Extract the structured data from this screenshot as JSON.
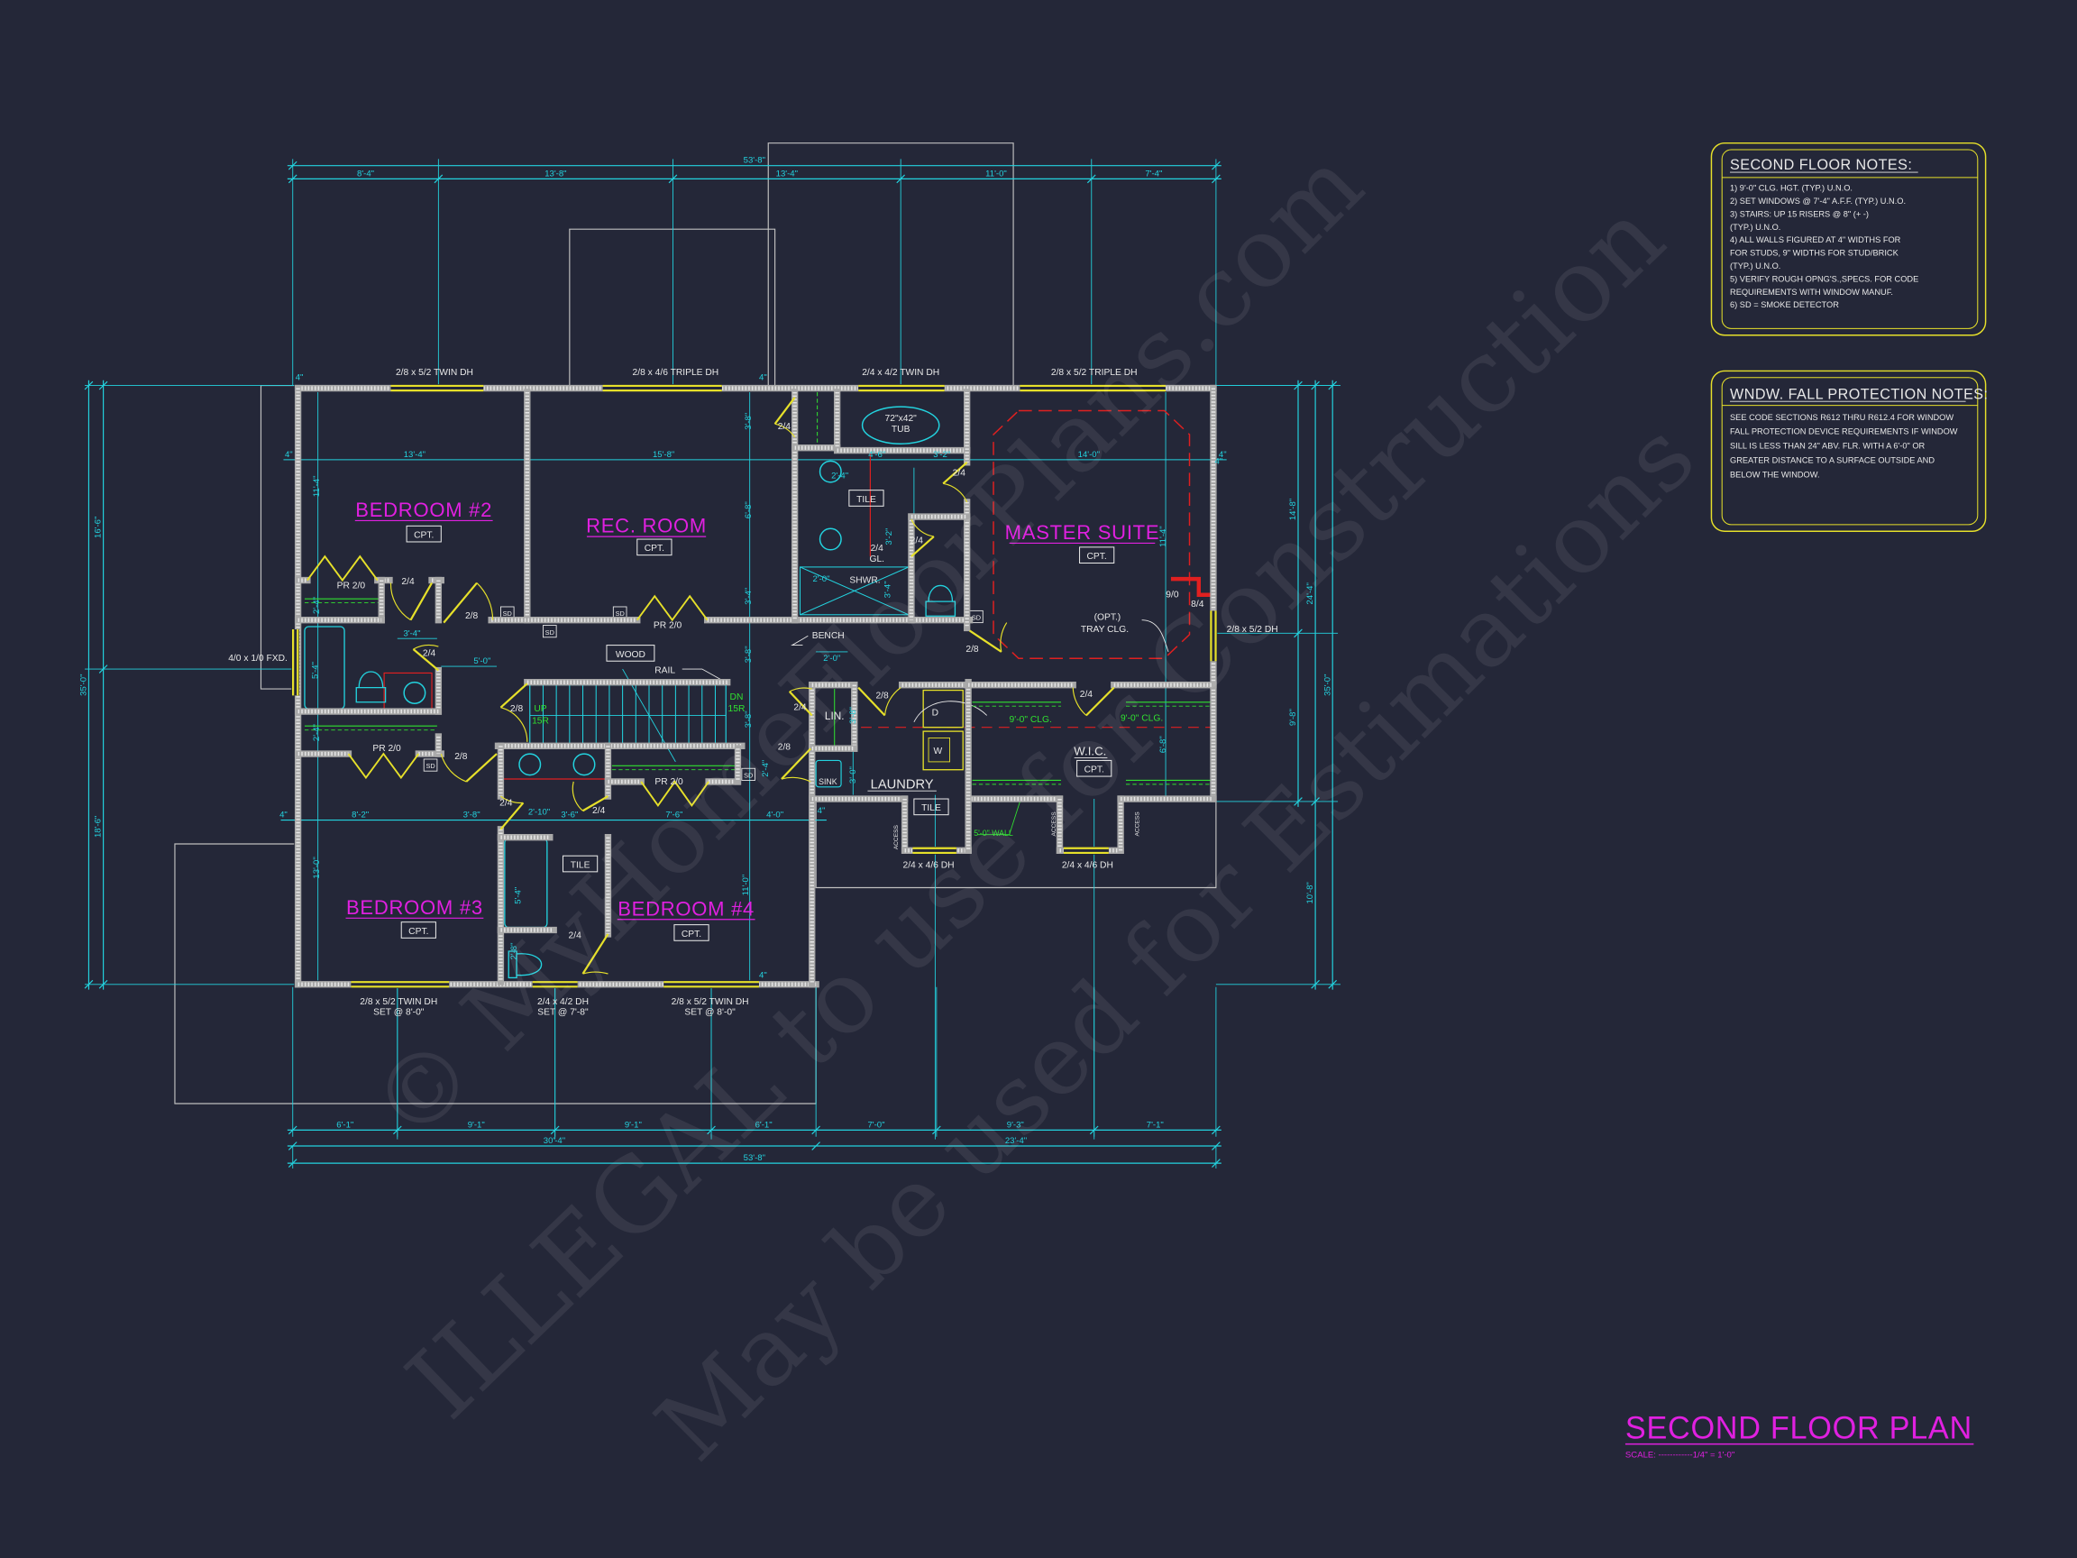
{
  "title": {
    "main": "SECOND FLOOR PLAN",
    "scale": "SCALE: ------------1/4\" = 1'-0\""
  },
  "notes": {
    "heading": "SECOND FLOOR NOTES:",
    "lines": [
      "1) 9'-0\"  CLG. HGT. (TYP.) U.N.O.",
      "2) SET WINDOWS @ 7'-4\" A.F.F. (TYP.) U.N.O.",
      "3) STAIRS: UP 15 RISERS @ 8\" (+ -)",
      "    (TYP.) U.N.O.",
      "4) ALL WALLS FIGURED AT 4\" WIDTHS FOR",
      "    FOR STUDS, 9\" WIDTHS FOR STUD/BRICK",
      "    (TYP.) U.N.O.",
      "5) VERIFY ROUGH OPNG'S.,SPECS. FOR CODE",
      "    REQUIREMENTS WITH WINDOW MANUF.",
      "6) SD = SMOKE DETECTOR"
    ]
  },
  "fall_notes": {
    "heading": "WNDW. FALL PROTECTION NOTES:",
    "lines": [
      "SEE CODE SECTIONS R612 THRU R612.4 FOR WINDOW",
      "FALL PROTECTION DEVICE REQUIREMENTS IF WINDOW",
      "SILL IS LESS THAN 24\" ABV. FLR. WITH A 6'-0\" OR",
      "GREATER DISTANCE TO A SURFACE OUTSIDE AND",
      "BELOW THE WINDOW."
    ]
  },
  "rooms": {
    "bedroom2": {
      "label": "BEDROOM #2",
      "finish": "CPT."
    },
    "rec_room": {
      "label": "REC. ROOM",
      "finish": "CPT."
    },
    "master_suite": {
      "label": "MASTER SUITE",
      "finish": "CPT."
    },
    "bedroom3": {
      "label": "BEDROOM #3",
      "finish": "CPT."
    },
    "bedroom4": {
      "label": "BEDROOM #4",
      "finish": "CPT."
    },
    "laundry": {
      "label": "LAUNDRY",
      "finish": "TILE"
    },
    "wic": {
      "label": "W.I.C.",
      "finish": "CPT."
    },
    "master_bath": {
      "finish": "TILE"
    },
    "hall_bath": {
      "finish": "TILE"
    }
  },
  "fixtures": {
    "tub": [
      "72\"x42\"",
      "TUB"
    ],
    "shower": "SHWR.",
    "shower_glass": [
      "2/4",
      "GL."
    ],
    "bench": "BENCH",
    "linen": "LIN.",
    "sink": "SINK",
    "dryer": "D",
    "washer": "W",
    "wood": "WOOD",
    "rail": "RAIL",
    "stairs_up": [
      "UP",
      "15R"
    ],
    "stairs_down": [
      "DN",
      "15R"
    ],
    "tray": [
      "(OPT.)",
      "TRAY CLG."
    ],
    "fireplace": [
      "9/0",
      "8/4"
    ],
    "clg_left": "9'-0\" CLG.",
    "clg_right": "9'-0\" CLG.",
    "wall_note": "5'-0\" WALL",
    "access": "ACCESS"
  },
  "windows": {
    "top": [
      "2/8 x 5/2 TWIN DH",
      "2/8 x 4/6 TRIPLE DH",
      "2/4 x 4/2 TWIN DH",
      "2/8 x 5/2 TRIPLE DH"
    ],
    "left": "4/0 x 1/0 FXD.",
    "right": "2/8 x 5/2 DH",
    "bottom": [
      [
        "2/8 x 5/2 TWIN DH",
        "SET @ 8'-0\""
      ],
      [
        "2/4 x 4/2  DH",
        "SET @ 7'-8\""
      ],
      [
        "2/8 x 5/2 TWIN DH",
        "SET @ 8'-0\""
      ]
    ],
    "rear": [
      "2/4 x 4/6 DH",
      "2/4 x 4/6 DH"
    ]
  },
  "door_labels": [
    "PR 2/0",
    "2/4",
    "2/8",
    "PR 2/0",
    "2/4",
    "2/8",
    "PR 2/0",
    "2/8",
    "2/4",
    "2/4",
    "PR 2/0",
    "2/8",
    "2/4",
    "2/8",
    "2/4",
    "2/8",
    "2/4",
    "2/4",
    "2/4",
    "2/4",
    "2/8",
    "2/4"
  ],
  "smoke_detectors": [
    "SD",
    "SD",
    "SD",
    "SD",
    "SD",
    "SD"
  ],
  "dimensions": {
    "top_overall": "53'-8\"",
    "top_segments": [
      "8'-4\"",
      "13'-8\"",
      "13'-4\"",
      "11'-0\"",
      "7'-4\""
    ],
    "bottom_segments": [
      "6'-1\"",
      "9'-1\"",
      "9'-1\"",
      "6'-1\"",
      "7'-0\"",
      "9'-3\"",
      "7'-1\""
    ],
    "bottom_subtotals": [
      "30'-4\"",
      "23'-4\""
    ],
    "bottom_overall": "53'-8\"",
    "left_overall": "35'-0\"",
    "left_segments": [
      "16'-6\"",
      "18'-6\""
    ],
    "right_segments": [
      "14'-8\"",
      "9'-8\""
    ],
    "right_subtotals": [
      "24'-4\"",
      "10'-8\""
    ],
    "right_overall": "35'-0\"",
    "interior": [
      "4\"",
      "13'-4\"",
      "15'-8\"",
      "4'-6\"",
      "3'-2\"",
      "14'-0\"",
      "4\"",
      "3'-8\"",
      "6'-8\"",
      "3'-4\"",
      "3'-8\"",
      "3'-8\"",
      "11'-4\"",
      "2'-4\"",
      "3'-2\"",
      "3'-4\"",
      "2'-0\"",
      "11'-4\"",
      "3'-4\"",
      "5'-0\"",
      "2'-4\"",
      "5'-4\"",
      "2'-4\"",
      "2'-0\"",
      "3'-8\"",
      "3'-0\"",
      "6'-8\"",
      "4\"",
      "8'-2\"",
      "3'-8\"",
      "2'-10\"",
      "3'-6\"",
      "7'-6\"",
      "4'-0\"",
      "4\"",
      "13'-0\"",
      "5'-4\"",
      "2'-8\"",
      "11'-0\"",
      "2'-4\"",
      "4\"",
      "4\"",
      "4\"",
      "4\""
    ]
  },
  "watermark": [
    "© MyHomeFloorPlans.com",
    "ILLEGAL to use for Construction",
    "May be used for Estimations"
  ],
  "colors": {
    "background": "#242738",
    "dimension": "#23d3df",
    "room_label": "#e020e0",
    "window_door": "#e6e02a",
    "wall": "#a8a8a8",
    "clg_note": "#30e030",
    "tray": "#e02020"
  }
}
